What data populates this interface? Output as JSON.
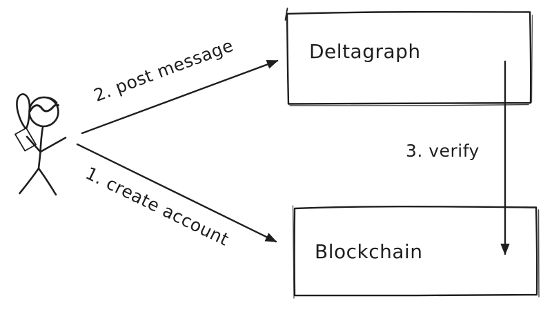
{
  "app": {
    "background": "#ffffff",
    "ink_color": "#1e1e1e"
  },
  "diagram": {
    "actor": {
      "id": "user",
      "kind": "stick-figure"
    },
    "nodes": [
      {
        "id": "deltagraph",
        "label": "Deltagraph"
      },
      {
        "id": "blockchain",
        "label": "Blockchain"
      }
    ],
    "arrows": [
      {
        "id": "create-account",
        "label": "1. create account",
        "from": "user",
        "to": "blockchain"
      },
      {
        "id": "post-message",
        "label": "2. post message",
        "from": "user",
        "to": "deltagraph"
      },
      {
        "id": "verify",
        "label": "3. verify",
        "from": "deltagraph",
        "to": "blockchain"
      }
    ]
  }
}
